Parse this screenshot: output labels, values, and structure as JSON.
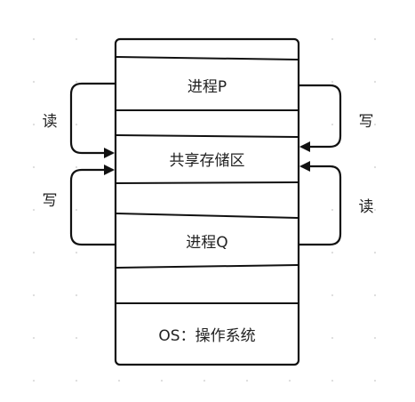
{
  "diagram": {
    "blocks": [
      {
        "id": "top-gap",
        "label": ""
      },
      {
        "id": "process-p",
        "label": "进程P"
      },
      {
        "id": "gap-1",
        "label": ""
      },
      {
        "id": "shared-memory",
        "label": "共享存储区"
      },
      {
        "id": "gap-2",
        "label": ""
      },
      {
        "id": "process-q",
        "label": "进程Q"
      },
      {
        "id": "gap-3",
        "label": ""
      },
      {
        "id": "os",
        "label": "OS：操作系统"
      }
    ],
    "arrows": [
      {
        "id": "p-read",
        "label": "读",
        "from": "process-p",
        "to": "shared-memory",
        "side": "left"
      },
      {
        "id": "p-write",
        "label": "写",
        "from": "process-p",
        "to": "shared-memory",
        "side": "right"
      },
      {
        "id": "q-write",
        "label": "写",
        "from": "process-q",
        "to": "shared-memory",
        "side": "left"
      },
      {
        "id": "q-read",
        "label": "读",
        "from": "process-q",
        "to": "shared-memory",
        "side": "right"
      }
    ]
  },
  "colors": {
    "stroke": "#111111",
    "text": "#222222",
    "background": "#ffffff"
  }
}
